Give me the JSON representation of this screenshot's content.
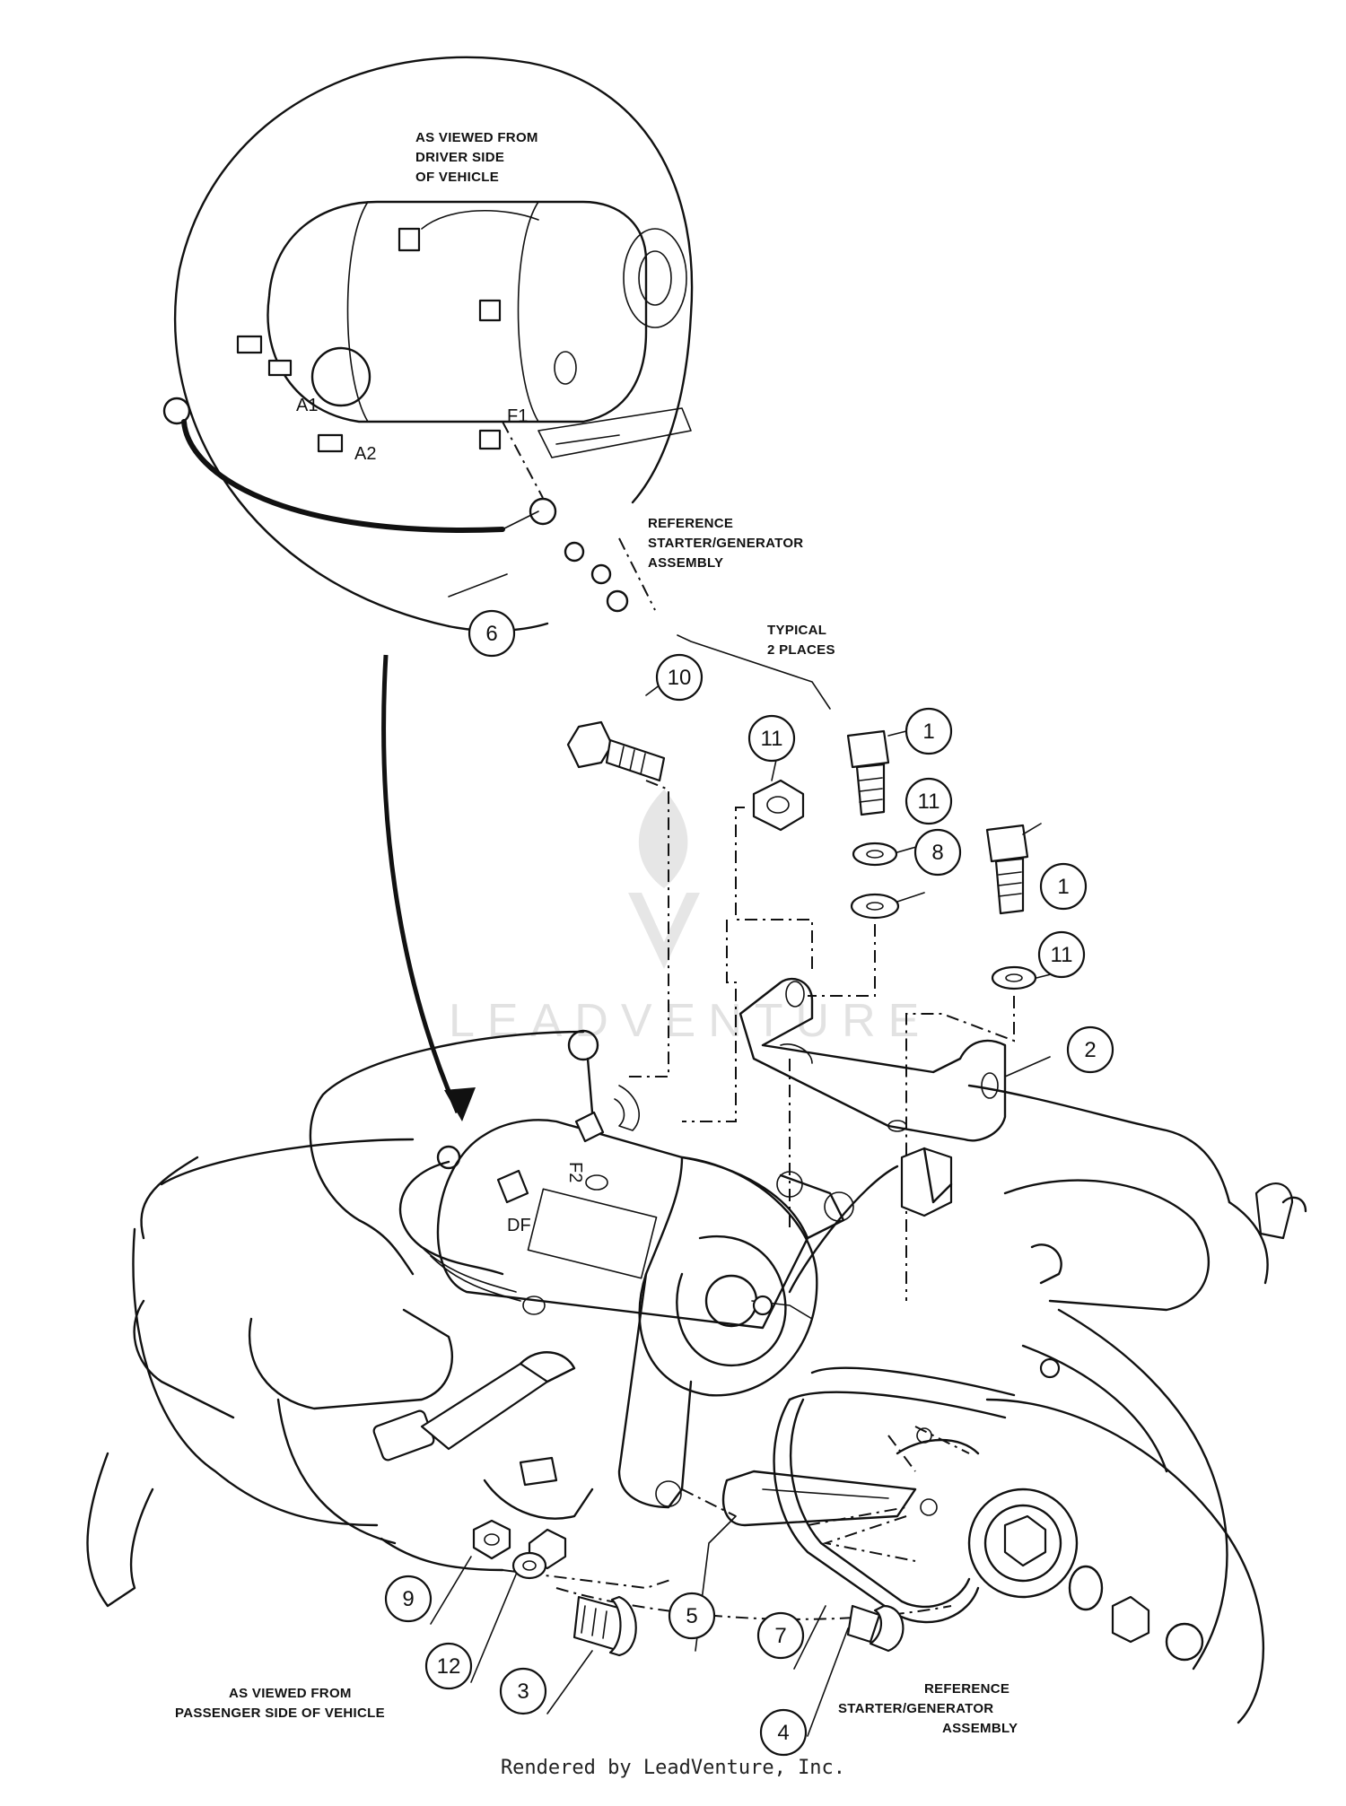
{
  "captions": {
    "driver_view": [
      "AS VIEWED FROM",
      "DRIVER SIDE",
      "OF VEHICLE"
    ],
    "reference_top": [
      "REFERENCE",
      "STARTER/GENERATOR",
      "ASSEMBLY"
    ],
    "typical": [
      "TYPICAL",
      "2 PLACES"
    ],
    "passenger_view": [
      "AS VIEWED FROM",
      "PASSENGER SIDE OF VEHICLE"
    ],
    "reference_bottom": [
      "REFERENCE",
      "STARTER/GENERATOR",
      "ASSEMBLY"
    ]
  },
  "terminal_labels": {
    "a1": "A1",
    "a2": "A2",
    "f1": "F1",
    "f2": "F2",
    "df": "DF"
  },
  "callouts": [
    "1",
    "1",
    "2",
    "3",
    "4",
    "5",
    "6",
    "7",
    "8",
    "9",
    "10",
    "11",
    "11",
    "11",
    "12"
  ],
  "watermark": "LEADVENTURE",
  "footer": "Rendered by LeadVenture, Inc."
}
